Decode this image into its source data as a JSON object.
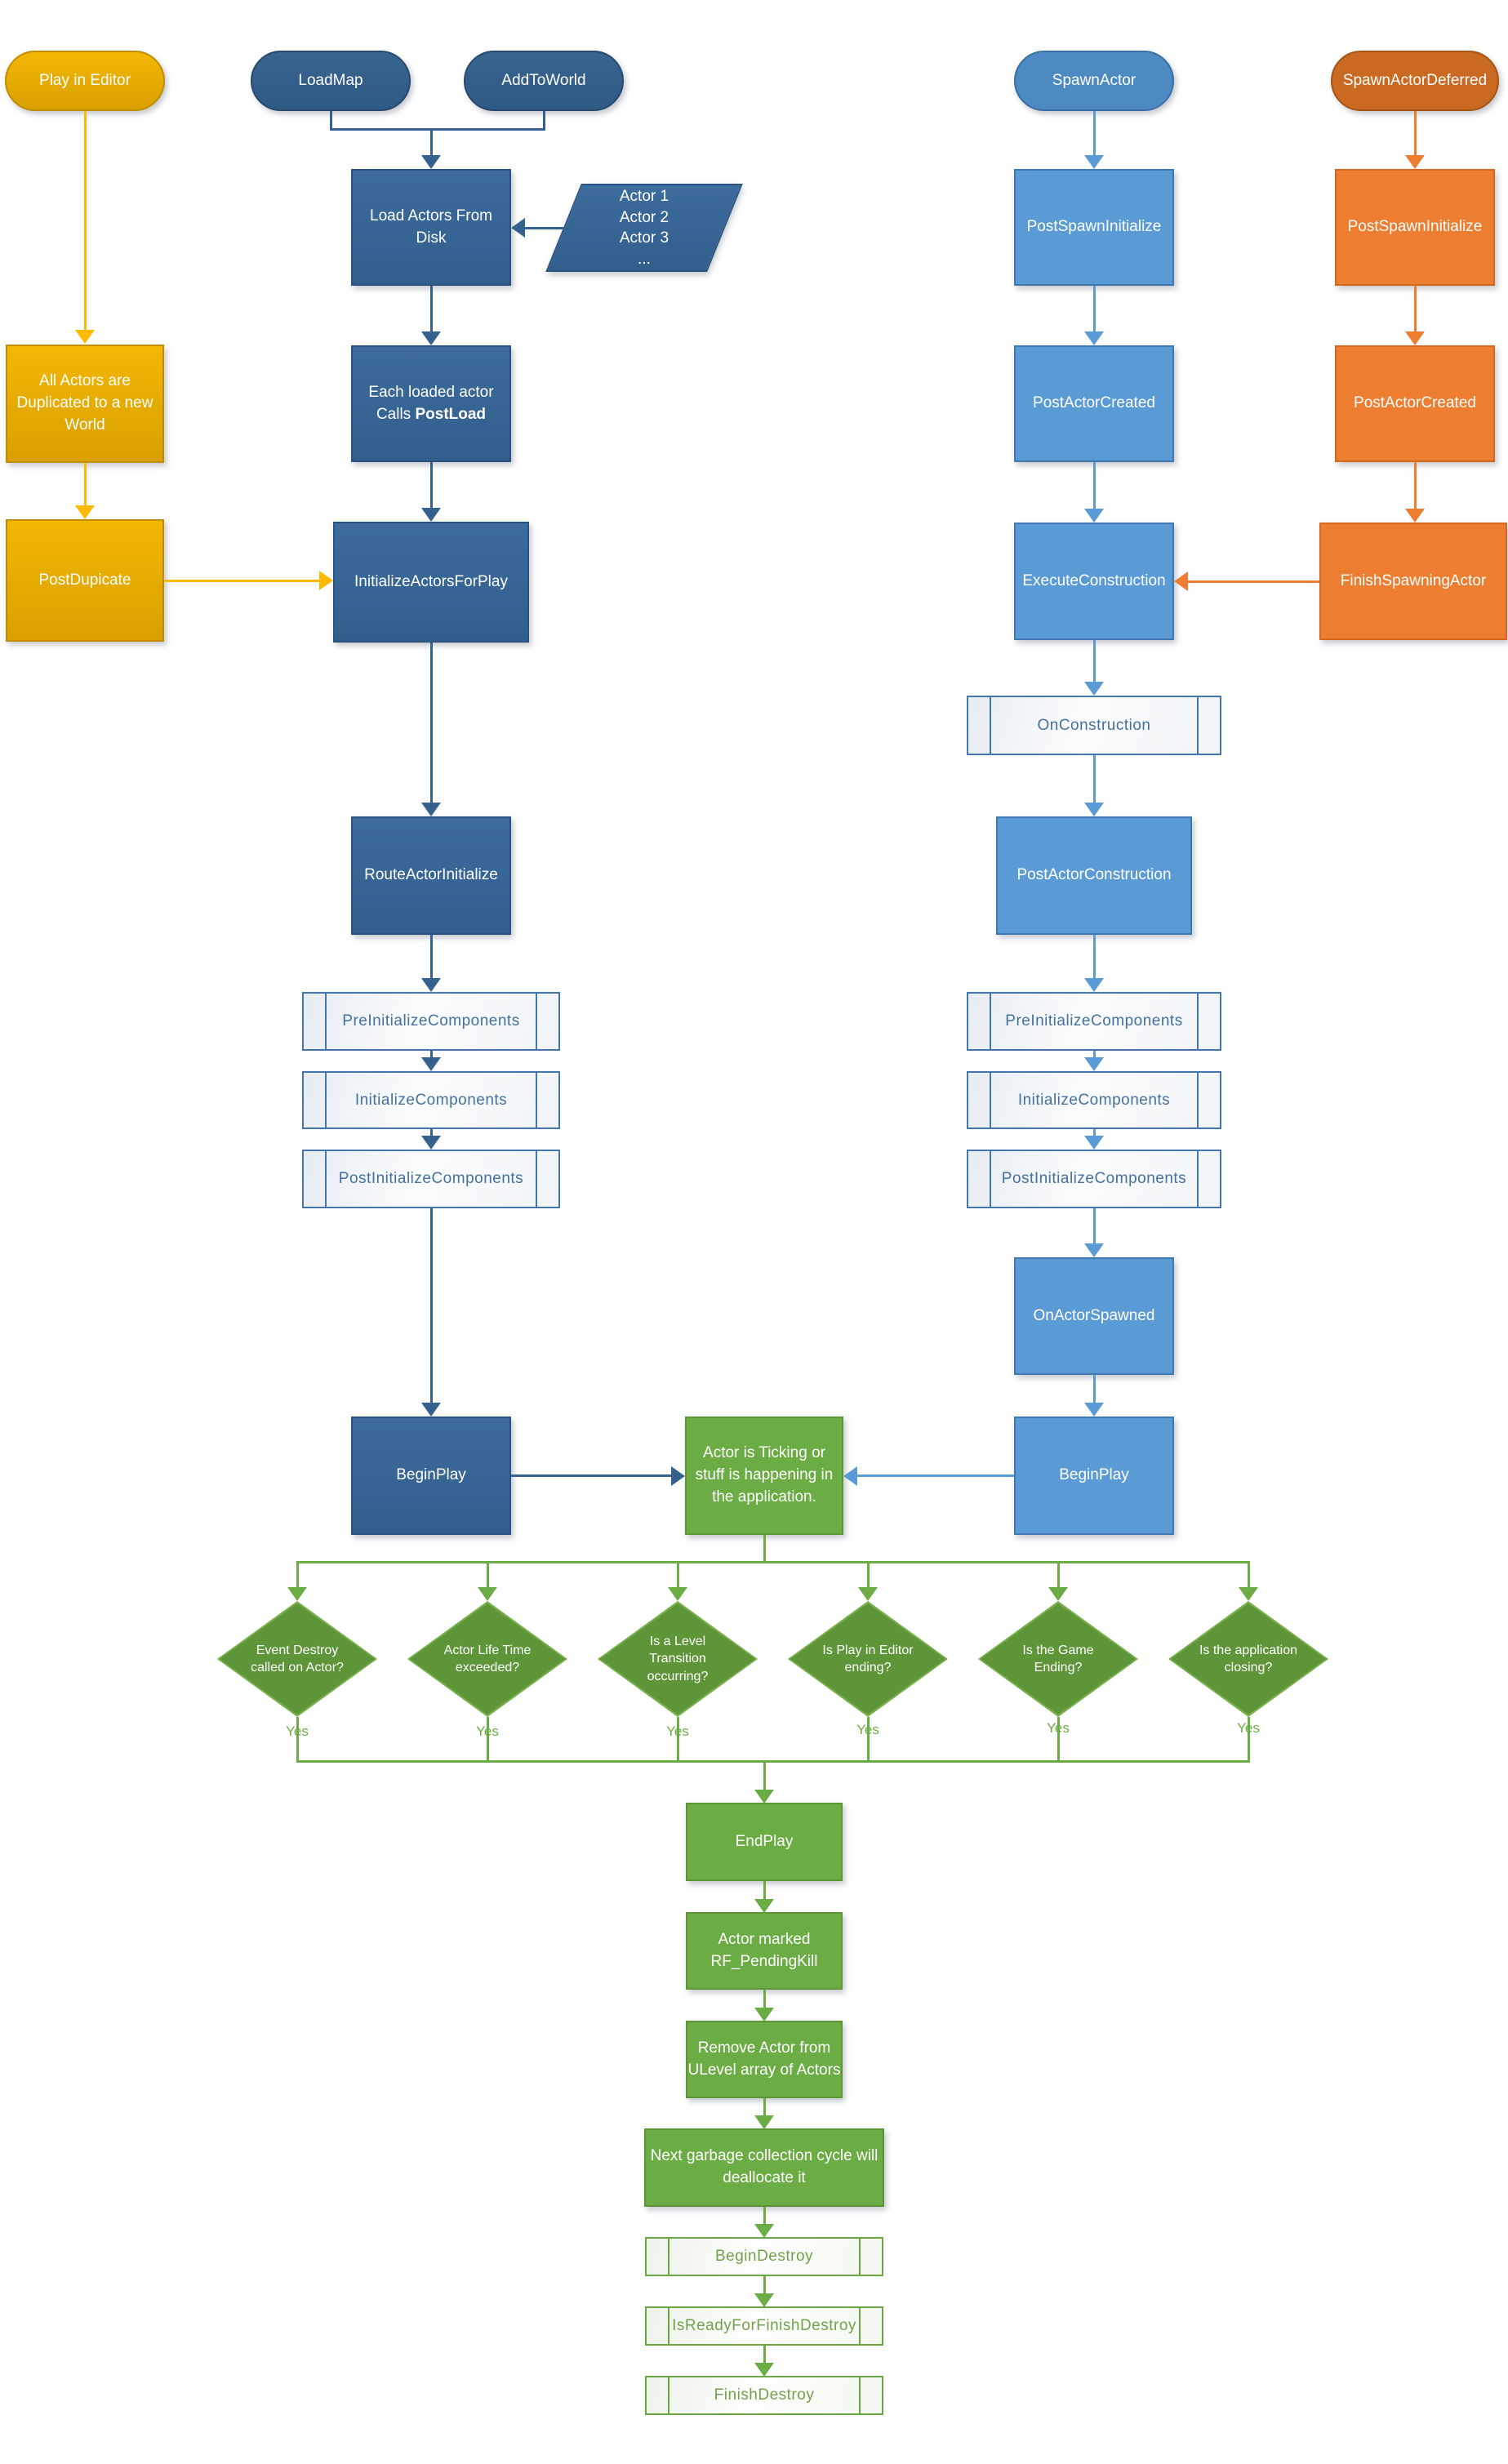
{
  "colors": {
    "yellow_fill_top": "#F3B705",
    "yellow_fill_bottom": "#D9A000",
    "yellow_border": "#C08E00",
    "yellow_connector": "#FFB900",
    "dark_blue_fill_top": "#3C6C9D",
    "dark_blue_fill_bottom": "#325E8C",
    "dark_blue_border": "#2B5380",
    "dark_blue_connector": "#35618F",
    "dark_pill_fill_top": "#38658F",
    "dark_pill_fill_bottom": "#2E5A85",
    "dark_pill_border": "#27496E",
    "light_blue_fill": "#5B9BD5",
    "light_blue_border": "#4178AE",
    "light_blue_pill": "#4E8AC2",
    "light_blue_pill_border": "#3A6FA5",
    "orange_fill": "#ED7D31",
    "orange_border": "#D2691E",
    "orange_pill": "#CA6A22",
    "orange_pill_border": "#A65416",
    "green_fill": "#6CAC45",
    "green_border": "#5E9438",
    "diamond_fill": "#5F9539",
    "diamond_border": "#77B04B",
    "sub_blue_border": "#4377AC",
    "sub_blue_text": "#44719F",
    "sub_green_border": "#6CA644",
    "sub_green_text": "#72A14C"
  },
  "pills": {
    "play_in_editor": "Play in Editor",
    "load_map": "LoadMap",
    "add_to_world": "AddToWorld",
    "spawn_actor": "SpawnActor",
    "spawn_actor_deferred": "SpawnActorDeferred"
  },
  "editor_flow": {
    "all_actors": "All Actors are Duplicated to a new World",
    "post_dupicate": "PostDupicate"
  },
  "load_flow": {
    "load_actors_from_disk": "Load Actors From Disk",
    "actor_list": [
      "Actor 1",
      "Actor 2",
      "Actor 3",
      "..."
    ],
    "each_loaded_prefix": "Each loaded actor Calls ",
    "each_loaded_bold": "PostLoad",
    "initialize_actors_for_play": "InitializeActorsForPlay",
    "route_actor_initialize": "RouteActorInitialize",
    "pre_initialize_components": "PreInitializeComponents",
    "initialize_components": "InitializeComponents",
    "post_initialize_components": "PostInitializeComponents",
    "begin_play": "BeginPlay"
  },
  "spawn_flow": {
    "post_spawn_initialize": "PostSpawnInitialize",
    "post_actor_created": "PostActorCreated",
    "execute_construction": "ExecuteConstruction",
    "on_construction": "OnConstruction",
    "post_actor_construction": "PostActorConstruction",
    "pre_initialize_components": "PreInitializeComponents",
    "initialize_components": "InitializeComponents",
    "post_initialize_components": "PostInitializeComponents",
    "on_actor_spawned": "OnActorSpawned",
    "begin_play": "BeginPlay"
  },
  "deferred_flow": {
    "post_spawn_initialize": "PostSpawnInitialize",
    "post_actor_created": "PostActorCreated",
    "finish_spawning_actor": "FinishSpawningActor"
  },
  "runtime": {
    "ticking": "Actor is Ticking or stuff is happening in the application.",
    "yes": "Yes",
    "decisions": [
      "Event Destroy called on Actor?",
      "Actor Life Time exceeded?",
      "Is a Level Transition occurring?",
      "Is Play in Editor ending?",
      "Is the Game Ending?",
      "Is the application closing?"
    ]
  },
  "destroy_flow": {
    "end_play": "EndPlay",
    "actor_marked": "Actor marked RF_PendingKill",
    "remove_actor": "Remove Actor from ULevel array of Actors",
    "next_gc": "Next garbage collection cycle will deallocate it",
    "begin_destroy": "BeginDestroy",
    "is_ready_for_finish_destroy": "IsReadyForFinishDestroy",
    "finish_destroy": "FinishDestroy"
  }
}
